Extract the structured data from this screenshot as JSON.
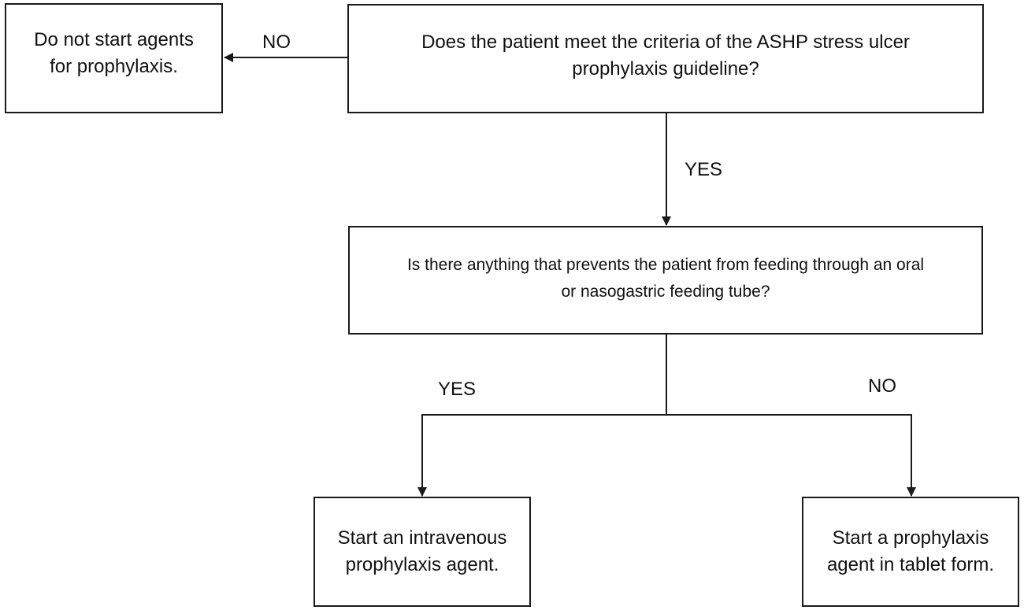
{
  "diagram": {
    "nodes": {
      "q1": "Does the patient meet the criteria of the ASHP stress ulcer\nprophylaxis guideline?",
      "no_start": "Do not start agents\nfor prophylaxis.",
      "q2": "Is there anything that prevents the patient from feeding through an oral\nor nasogastric feeding tube?",
      "iv": "Start an intravenous\nprophylaxis agent.",
      "tablet": "Start a prophylaxis\nagent in tablet form."
    },
    "edge_labels": {
      "q1_no": "NO",
      "q1_yes": "YES",
      "q2_yes": "YES",
      "q2_no": "NO"
    },
    "edges": [
      {
        "from": "q1",
        "to": "no_start",
        "label": "NO"
      },
      {
        "from": "q1",
        "to": "q2",
        "label": "YES"
      },
      {
        "from": "q2",
        "to": "iv",
        "label": "YES"
      },
      {
        "from": "q2",
        "to": "tablet",
        "label": "NO"
      }
    ]
  }
}
